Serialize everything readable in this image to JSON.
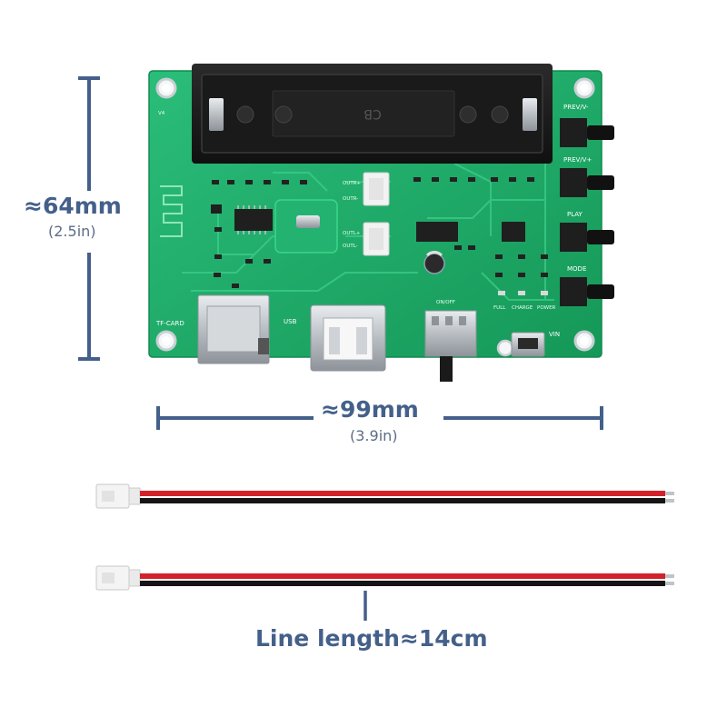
{
  "dimensions": {
    "height_mm": "≈64mm",
    "height_in": "(2.5in)",
    "width_mm": "≈99mm",
    "width_in": "(3.9in)",
    "line_length": "Line length≈14cm"
  },
  "board": {
    "version": "V4",
    "tf_card": "TF-CARD",
    "usb": "USB",
    "on_off": "ON/OFF",
    "vin": "VIN",
    "outr_plus": "OUTR+",
    "outr_minus": "OUTR-",
    "outl_plus": "OUTL+",
    "outl_minus": "OUTL-",
    "full": "FULL",
    "charge": "CHARGE",
    "power": "POWER",
    "buttons": [
      "PREV/V-",
      "PREV/V+",
      "PLAY",
      "MODE"
    ],
    "battery_mark": "CB"
  },
  "colors": {
    "dimension_line": "#44608a",
    "pcb_green": "#1fa86a",
    "battery_holder": "#1c1c1c",
    "wire_red": "#d1222b",
    "wire_black": "#151515"
  }
}
